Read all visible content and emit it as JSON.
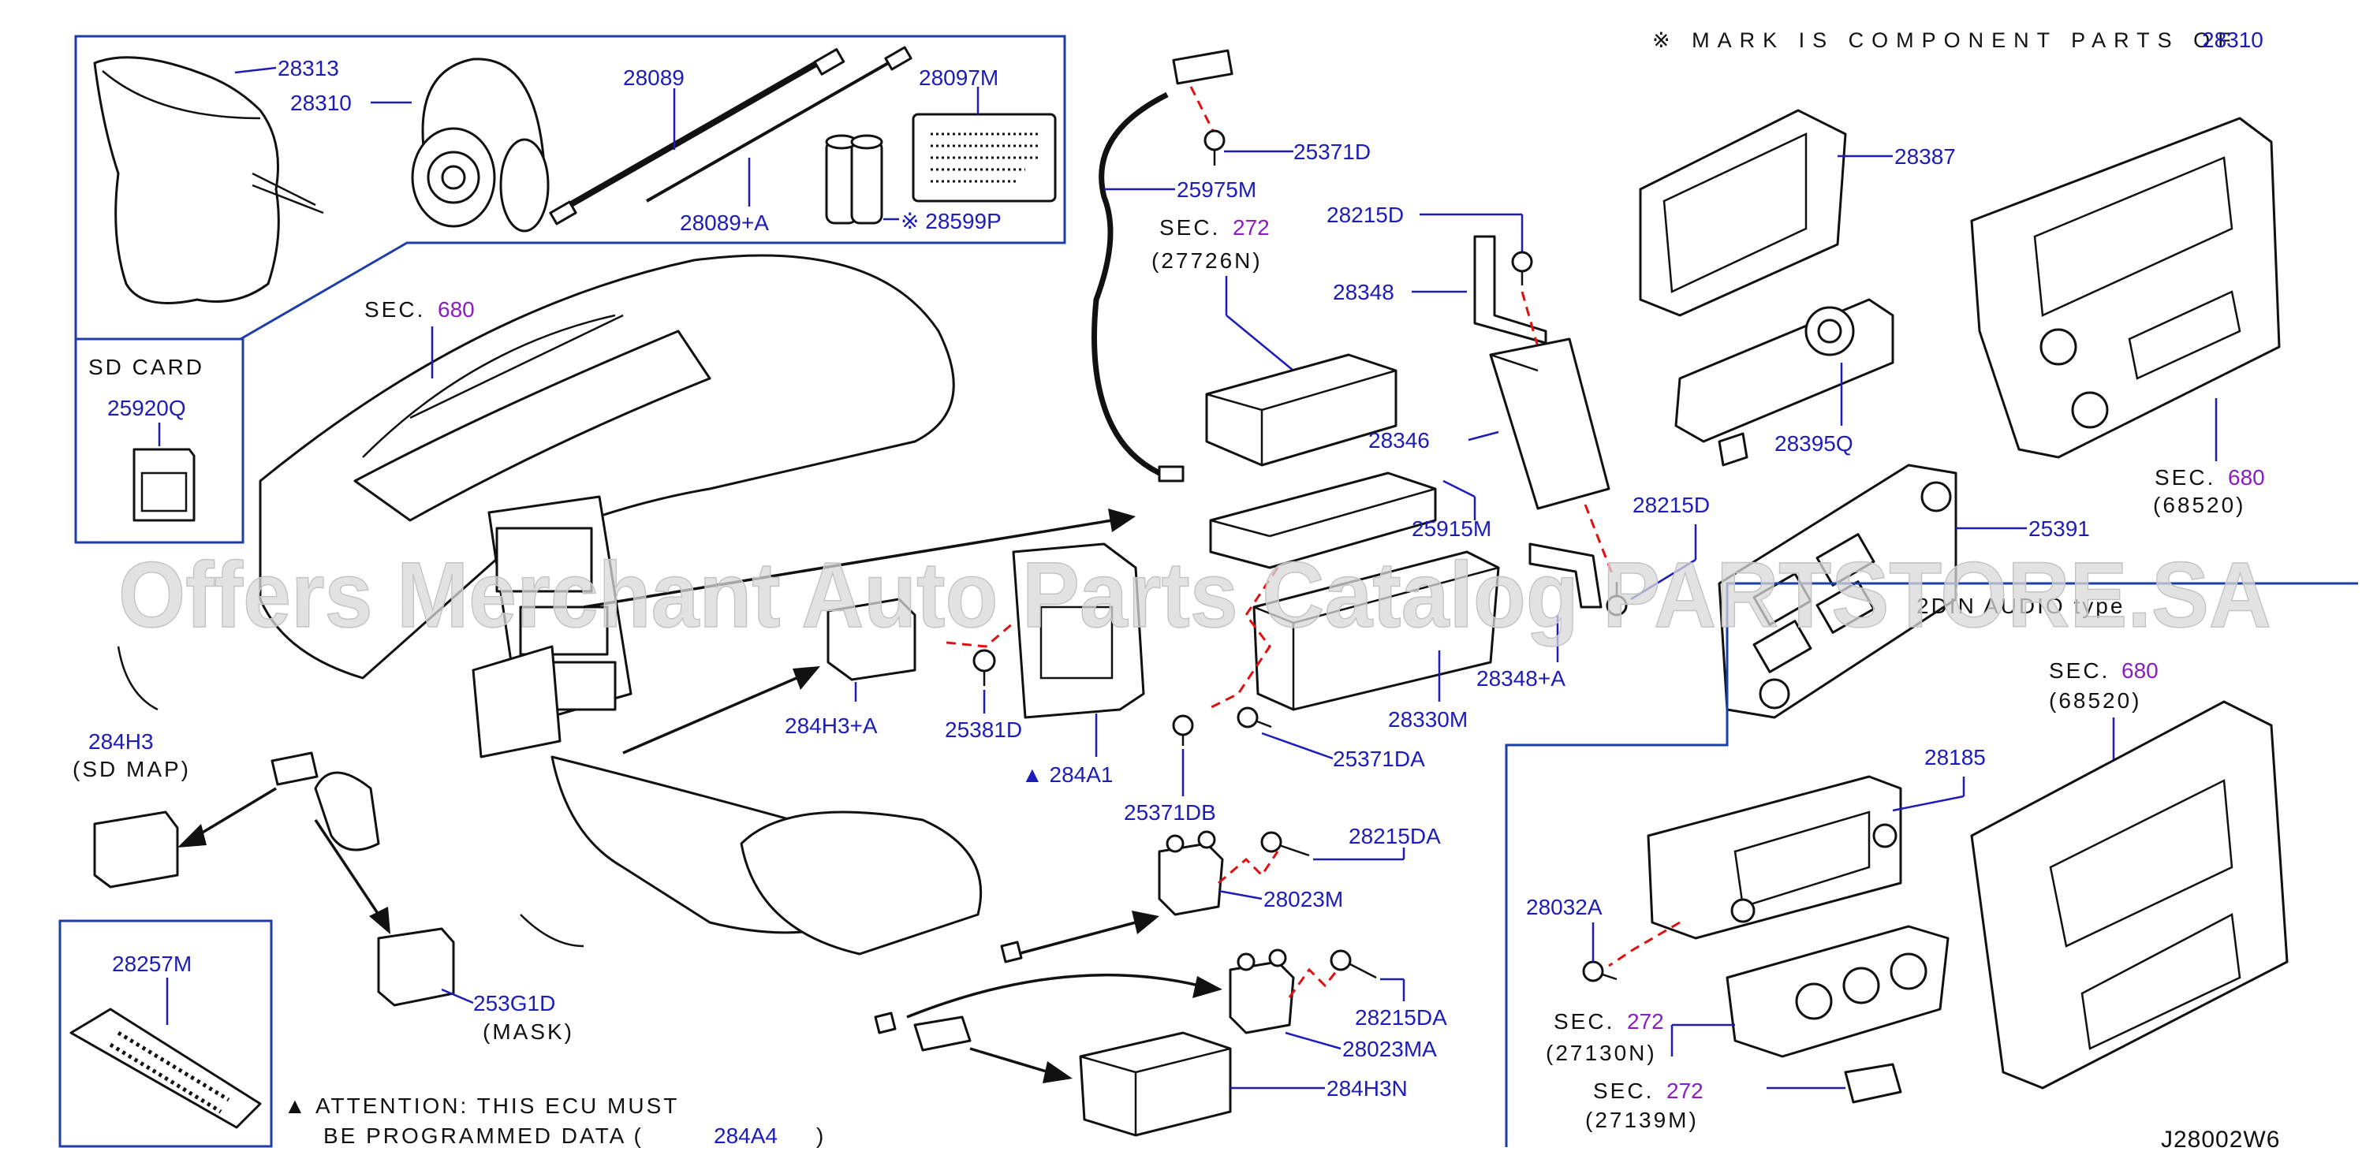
{
  "header": {
    "mark_note": "※ MARK IS COMPONENT PARTS OF",
    "mark_ref": "28310"
  },
  "labels": {
    "p28313": "28313",
    "p28310": "28310",
    "p28089": "28089",
    "p28097M": "28097M",
    "p28089A": "28089+A",
    "p28599P": "※ 28599P",
    "p25371D": "25371D",
    "p25975M": "25975M",
    "p28215D_top": "28215D",
    "p28348": "28348",
    "p28387": "28387",
    "p28395Q": "28395Q",
    "p28346": "28346",
    "p28215D_mid": "28215D",
    "p25915M": "25915M",
    "p25391": "25391",
    "p28348A": "28348+A",
    "p28330M": "28330M",
    "p25371DA": "25371DA",
    "p25371DB": "25371DB",
    "p284A1": "▲ 284A1",
    "p25381D": "25381D",
    "p284H3A": "284H3+A",
    "p284H3": "284H3",
    "p284H3_note": "(SD MAP)",
    "p253G1D": "253G1D",
    "p253G1D_note": "(MASK)",
    "p28257M": "28257M",
    "p28215DA_a": "28215DA",
    "p28023M": "28023M",
    "p28215DA_b": "28215DA",
    "p28023MA": "28023MA",
    "p284H3N": "284H3N",
    "p28185": "28185",
    "p28032A": "28032A",
    "diagram_code": "J28002W6",
    "din_audio": "2DIN AUDIO type"
  },
  "sd_card": {
    "title": "SD CARD",
    "part": "25920Q"
  },
  "sections": [
    {
      "prefix": "SEC.",
      "num": "680",
      "sub": ""
    },
    {
      "prefix": "SEC.",
      "num": "272",
      "sub": "(27726N)"
    },
    {
      "prefix": "SEC.",
      "num": "680",
      "sub": "(68520)"
    },
    {
      "prefix": "SEC.",
      "num": "680",
      "sub": "(68520)"
    },
    {
      "prefix": "SEC.",
      "num": "272",
      "sub": "(27130N)"
    },
    {
      "prefix": "SEC.",
      "num": "272",
      "sub": "(27139M)"
    }
  ],
  "attention": {
    "line1": "▲ ATTENTION: THIS ECU MUST",
    "line2": "BE PROGRAMMED DATA (",
    "ref": "284A4",
    "close": ")"
  },
  "watermark": "Offers Merchant Auto Parts Catalog PARTSTORE.SA",
  "colors": {
    "part_number": "#1c1cb8",
    "section_ref": "#8a1cc0",
    "callout_box": "#1c3ea8",
    "fastener_path": "#e01010",
    "linework": "#111111",
    "watermark": "#d8d8d8"
  }
}
